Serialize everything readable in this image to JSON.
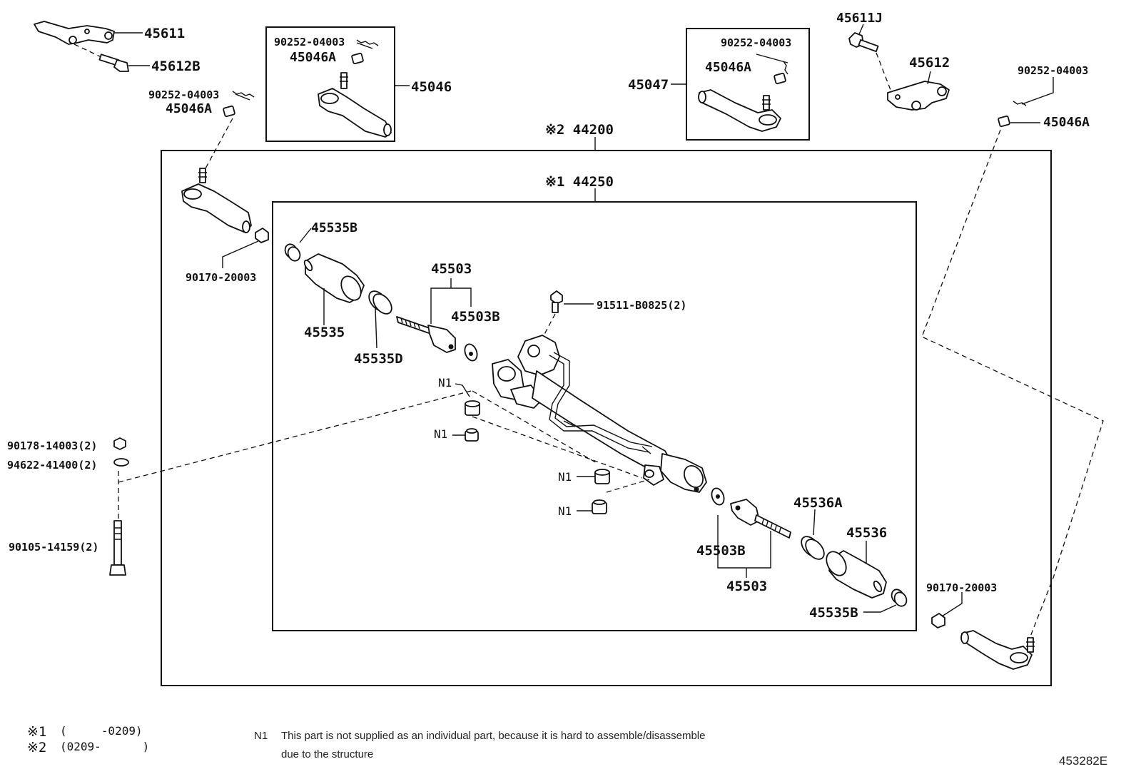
{
  "labels": {
    "p45611": "45611",
    "p45612B": "45612B",
    "p90252_tl": "90252-04003",
    "p45046A_tl": "45046A",
    "p90252_box1": "90252-04003",
    "p45046A_box1": "45046A",
    "p45046": "45046",
    "p90252_box2": "90252-04003",
    "p45046A_box2": "45046A",
    "p45047": "45047",
    "p45611J": "45611J",
    "p45612": "45612",
    "p90252_tr": "90252-04003",
    "p45046A_tr": "45046A",
    "p44200": "※2 44200",
    "p44250": "※1 44250",
    "p45535B_top": "45535B",
    "p90170_left": "90170-20003",
    "p45535": "45535",
    "p45535D": "45535D",
    "p45503_top": "45503",
    "p45503B_top": "45503B",
    "p91511": "91511-B0825(2)",
    "n1_a": "N1",
    "n1_b": "N1",
    "n1_c": "N1",
    "n1_d": "N1",
    "p90178": "90178-14003(2)",
    "p94622": "94622-41400(2)",
    "p90105": "90105-14159(2)",
    "p45536A": "45536A",
    "p45536": "45536",
    "p45503B_bot": "45503B",
    "p45503_bot": "45503",
    "p90170_right": "90170-20003",
    "p45535B_bot": "45535B"
  },
  "footnotes": {
    "mark1": "※1",
    "range1": "(     -0209)",
    "mark2": "※2",
    "range2": "(0209-      )",
    "n1_key": "N1",
    "n1_text_line1": "This part is not supplied as an individual part,  because it is hard to assemble/disassemble",
    "n1_text_line2": "due to the structure"
  },
  "diagram_id": "453282E"
}
